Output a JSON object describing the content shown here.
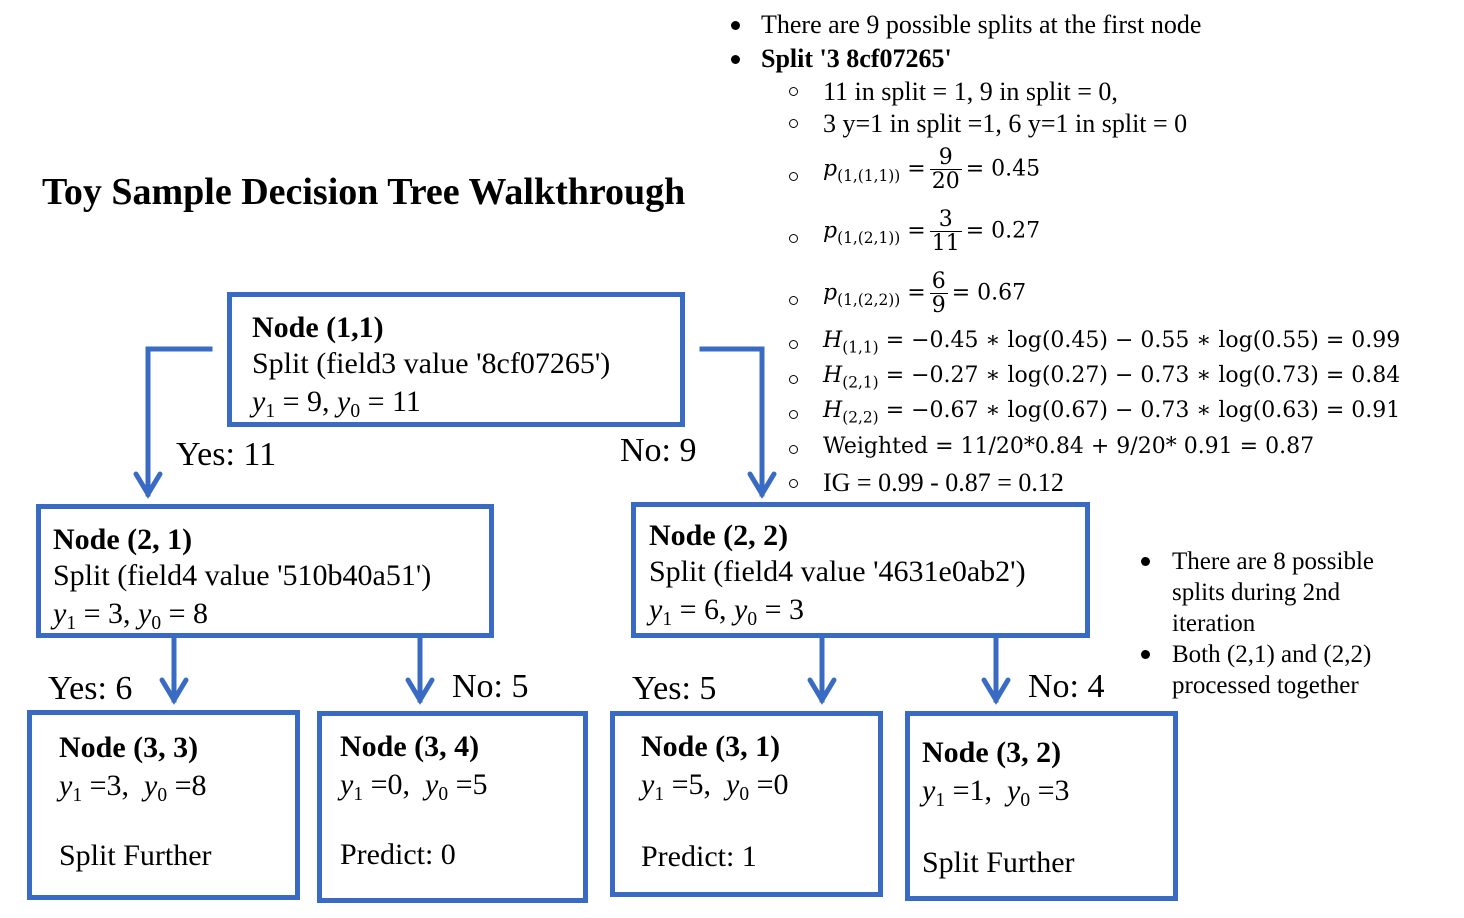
{
  "title": "Toy Sample Decision Tree Walkthrough",
  "nodes": {
    "n11": {
      "name": "Node (1,1)",
      "split": "Split  (field3 value '8cf07265')",
      "counts": "= 9,",
      "counts2": "= 11"
    },
    "n21": {
      "name": "Node (2, 1)",
      "split": "Split  (field4 value '510b40a51')",
      "counts": "= 3,",
      "counts2": "= 8"
    },
    "n22": {
      "name": "Node (2, 2)",
      "split": "Split  (field4 value '4631e0ab2')",
      "counts": "= 6,",
      "counts2": "= 3"
    },
    "n33": {
      "name": "Node (3, 3)",
      "y1": "=3,",
      "y0": "=8",
      "action": "Split Further"
    },
    "n34": {
      "name": "Node (3, 4)",
      "y1": "=0,",
      "y0": "=5",
      "action": "Predict: 0"
    },
    "n31": {
      "name": "Node (3, 1)",
      "y1": "=5,",
      "y0": "=0",
      "action": "Predict: 1"
    },
    "n32": {
      "name": "Node (3, 2)",
      "y1": "=1,",
      "y0": "=3",
      "action": "Split Further"
    }
  },
  "edges": {
    "yes11": "Yes: 11",
    "no9": "No: 9",
    "yes6": "Yes: 6",
    "no5": "No: 5",
    "yes5": "Yes: 5",
    "no4": "No: 4"
  },
  "notes_top": {
    "b1": "There are 9 possible splits at the first node",
    "b2": "Split '3 8cf07265'",
    "s1": "11 in split = 1, 9 in split = 0,",
    "s2": "3 y=1 in split =1, 6 y=1 in split = 0",
    "p1": {
      "sub": "(1,(1,1))",
      "num": "9",
      "den": "20",
      "res": "= 0.45"
    },
    "p2": {
      "sub": "(1,(2,1))",
      "num": "3",
      "den": "11",
      "res": "= 0.27"
    },
    "p3": {
      "sub": "(1,(2,2))",
      "num": "6",
      "den": "9",
      "res": "= 0.67"
    },
    "h1": {
      "sub": "(1,1)",
      "expr": "= −0.45  ∗ log(0.45)  − 0.55 ∗ log(0.55) = 0.99"
    },
    "h2": {
      "sub": "(2,1)",
      "expr": "= −0.27  ∗ log(0.27)  − 0.73 ∗ log(0.73) = 0.84"
    },
    "h3": {
      "sub": "(2,2)",
      "expr": "= −0.67  ∗ log(0.67)  − 0.73 ∗ log(0.63) = 0.91"
    },
    "w": "Weighted = 11/20*0.84 + 9/20* 0.91 = 0.87",
    "ig": "IG = 0.99 - 0.87 = 0.12"
  },
  "notes_side": {
    "b1": "There are 8 possible splits during 2nd iteration",
    "b2": "Both (2,1) and (2,2) processed together"
  },
  "colors": {
    "box": "#3a6bc4"
  }
}
